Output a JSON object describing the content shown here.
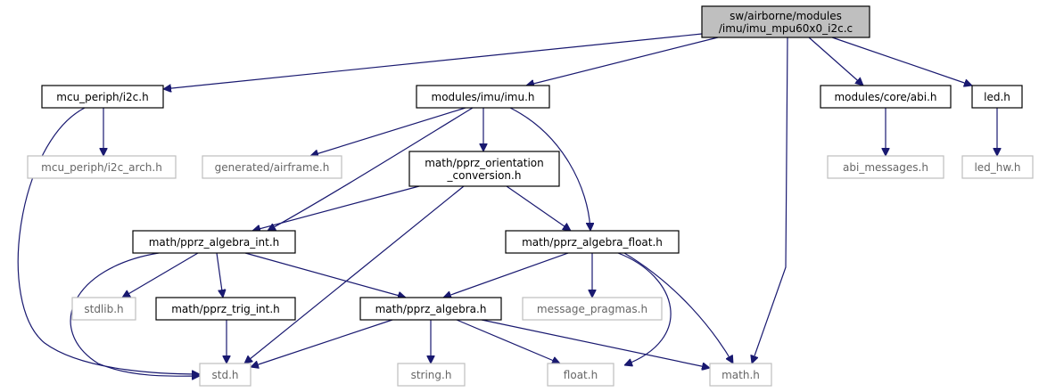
{
  "nodes": {
    "imu_mpu60x0_i2c_c": {
      "lines": [
        "sw/airborne/modules",
        "/imu/imu_mpu60x0_i2c.c"
      ],
      "style": "main"
    },
    "mcu_periph_i2c_h": {
      "lines": [
        "mcu_periph/i2c.h"
      ],
      "style": "solid"
    },
    "modules_imu_imu_h": {
      "lines": [
        "modules/imu/imu.h"
      ],
      "style": "solid"
    },
    "modules_core_abi_h": {
      "lines": [
        "modules/core/abi.h"
      ],
      "style": "solid"
    },
    "led_h": {
      "lines": [
        "led.h"
      ],
      "style": "solid"
    },
    "mcu_periph_i2c_arch_h": {
      "lines": [
        "mcu_periph/i2c_arch.h"
      ],
      "style": "ghost"
    },
    "generated_airframe_h": {
      "lines": [
        "generated/airframe.h"
      ],
      "style": "ghost"
    },
    "pprz_orientation_conversion_h": {
      "lines": [
        "math/pprz_orientation",
        "_conversion.h"
      ],
      "style": "solid"
    },
    "abi_messages_h": {
      "lines": [
        "abi_messages.h"
      ],
      "style": "ghost"
    },
    "led_hw_h": {
      "lines": [
        "led_hw.h"
      ],
      "style": "ghost"
    },
    "pprz_algebra_int_h": {
      "lines": [
        "math/pprz_algebra_int.h"
      ],
      "style": "solid"
    },
    "pprz_algebra_float_h": {
      "lines": [
        "math/pprz_algebra_float.h"
      ],
      "style": "solid"
    },
    "stdlib_h": {
      "lines": [
        "stdlib.h"
      ],
      "style": "ghost"
    },
    "pprz_trig_int_h": {
      "lines": [
        "math/pprz_trig_int.h"
      ],
      "style": "solid"
    },
    "pprz_algebra_h": {
      "lines": [
        "math/pprz_algebra.h"
      ],
      "style": "solid"
    },
    "message_pragmas_h": {
      "lines": [
        "message_pragmas.h"
      ],
      "style": "ghost"
    },
    "std_h": {
      "lines": [
        "std.h"
      ],
      "style": "ghost"
    },
    "string_h": {
      "lines": [
        "string.h"
      ],
      "style": "ghost"
    },
    "float_h": {
      "lines": [
        "float.h"
      ],
      "style": "ghost"
    },
    "math_h": {
      "lines": [
        "math.h"
      ],
      "style": "ghost"
    }
  },
  "edges": [
    [
      "imu_mpu60x0_i2c_c",
      "mcu_periph_i2c_h"
    ],
    [
      "imu_mpu60x0_i2c_c",
      "modules_imu_imu_h"
    ],
    [
      "imu_mpu60x0_i2c_c",
      "math_h"
    ],
    [
      "imu_mpu60x0_i2c_c",
      "modules_core_abi_h"
    ],
    [
      "imu_mpu60x0_i2c_c",
      "led_h"
    ],
    [
      "mcu_periph_i2c_h",
      "mcu_periph_i2c_arch_h"
    ],
    [
      "mcu_periph_i2c_h",
      "std_h"
    ],
    [
      "modules_imu_imu_h",
      "generated_airframe_h"
    ],
    [
      "modules_imu_imu_h",
      "pprz_orientation_conversion_h"
    ],
    [
      "modules_imu_imu_h",
      "pprz_algebra_int_h"
    ],
    [
      "modules_imu_imu_h",
      "pprz_algebra_float_h"
    ],
    [
      "pprz_orientation_conversion_h",
      "pprz_algebra_int_h"
    ],
    [
      "pprz_orientation_conversion_h",
      "pprz_algebra_float_h"
    ],
    [
      "pprz_orientation_conversion_h",
      "std_h"
    ],
    [
      "modules_core_abi_h",
      "abi_messages_h"
    ],
    [
      "led_h",
      "led_hw_h"
    ],
    [
      "pprz_algebra_int_h",
      "std_h"
    ],
    [
      "pprz_algebra_int_h",
      "stdlib_h"
    ],
    [
      "pprz_algebra_int_h",
      "pprz_trig_int_h"
    ],
    [
      "pprz_algebra_int_h",
      "pprz_algebra_h"
    ],
    [
      "pprz_algebra_float_h",
      "pprz_algebra_h"
    ],
    [
      "pprz_algebra_float_h",
      "message_pragmas_h"
    ],
    [
      "pprz_algebra_float_h",
      "float_h"
    ],
    [
      "pprz_algebra_float_h",
      "math_h"
    ],
    [
      "pprz_trig_int_h",
      "std_h"
    ],
    [
      "pprz_algebra_h",
      "std_h"
    ],
    [
      "pprz_algebra_h",
      "string_h"
    ],
    [
      "pprz_algebra_h",
      "float_h"
    ],
    [
      "pprz_algebra_h",
      "math_h"
    ]
  ],
  "colors": {
    "edge": "#191970",
    "main_fill": "#bfbfbf",
    "solid_border": "#000000",
    "ghost_border": "#bfbfbf",
    "ghost_text": "#666666"
  }
}
